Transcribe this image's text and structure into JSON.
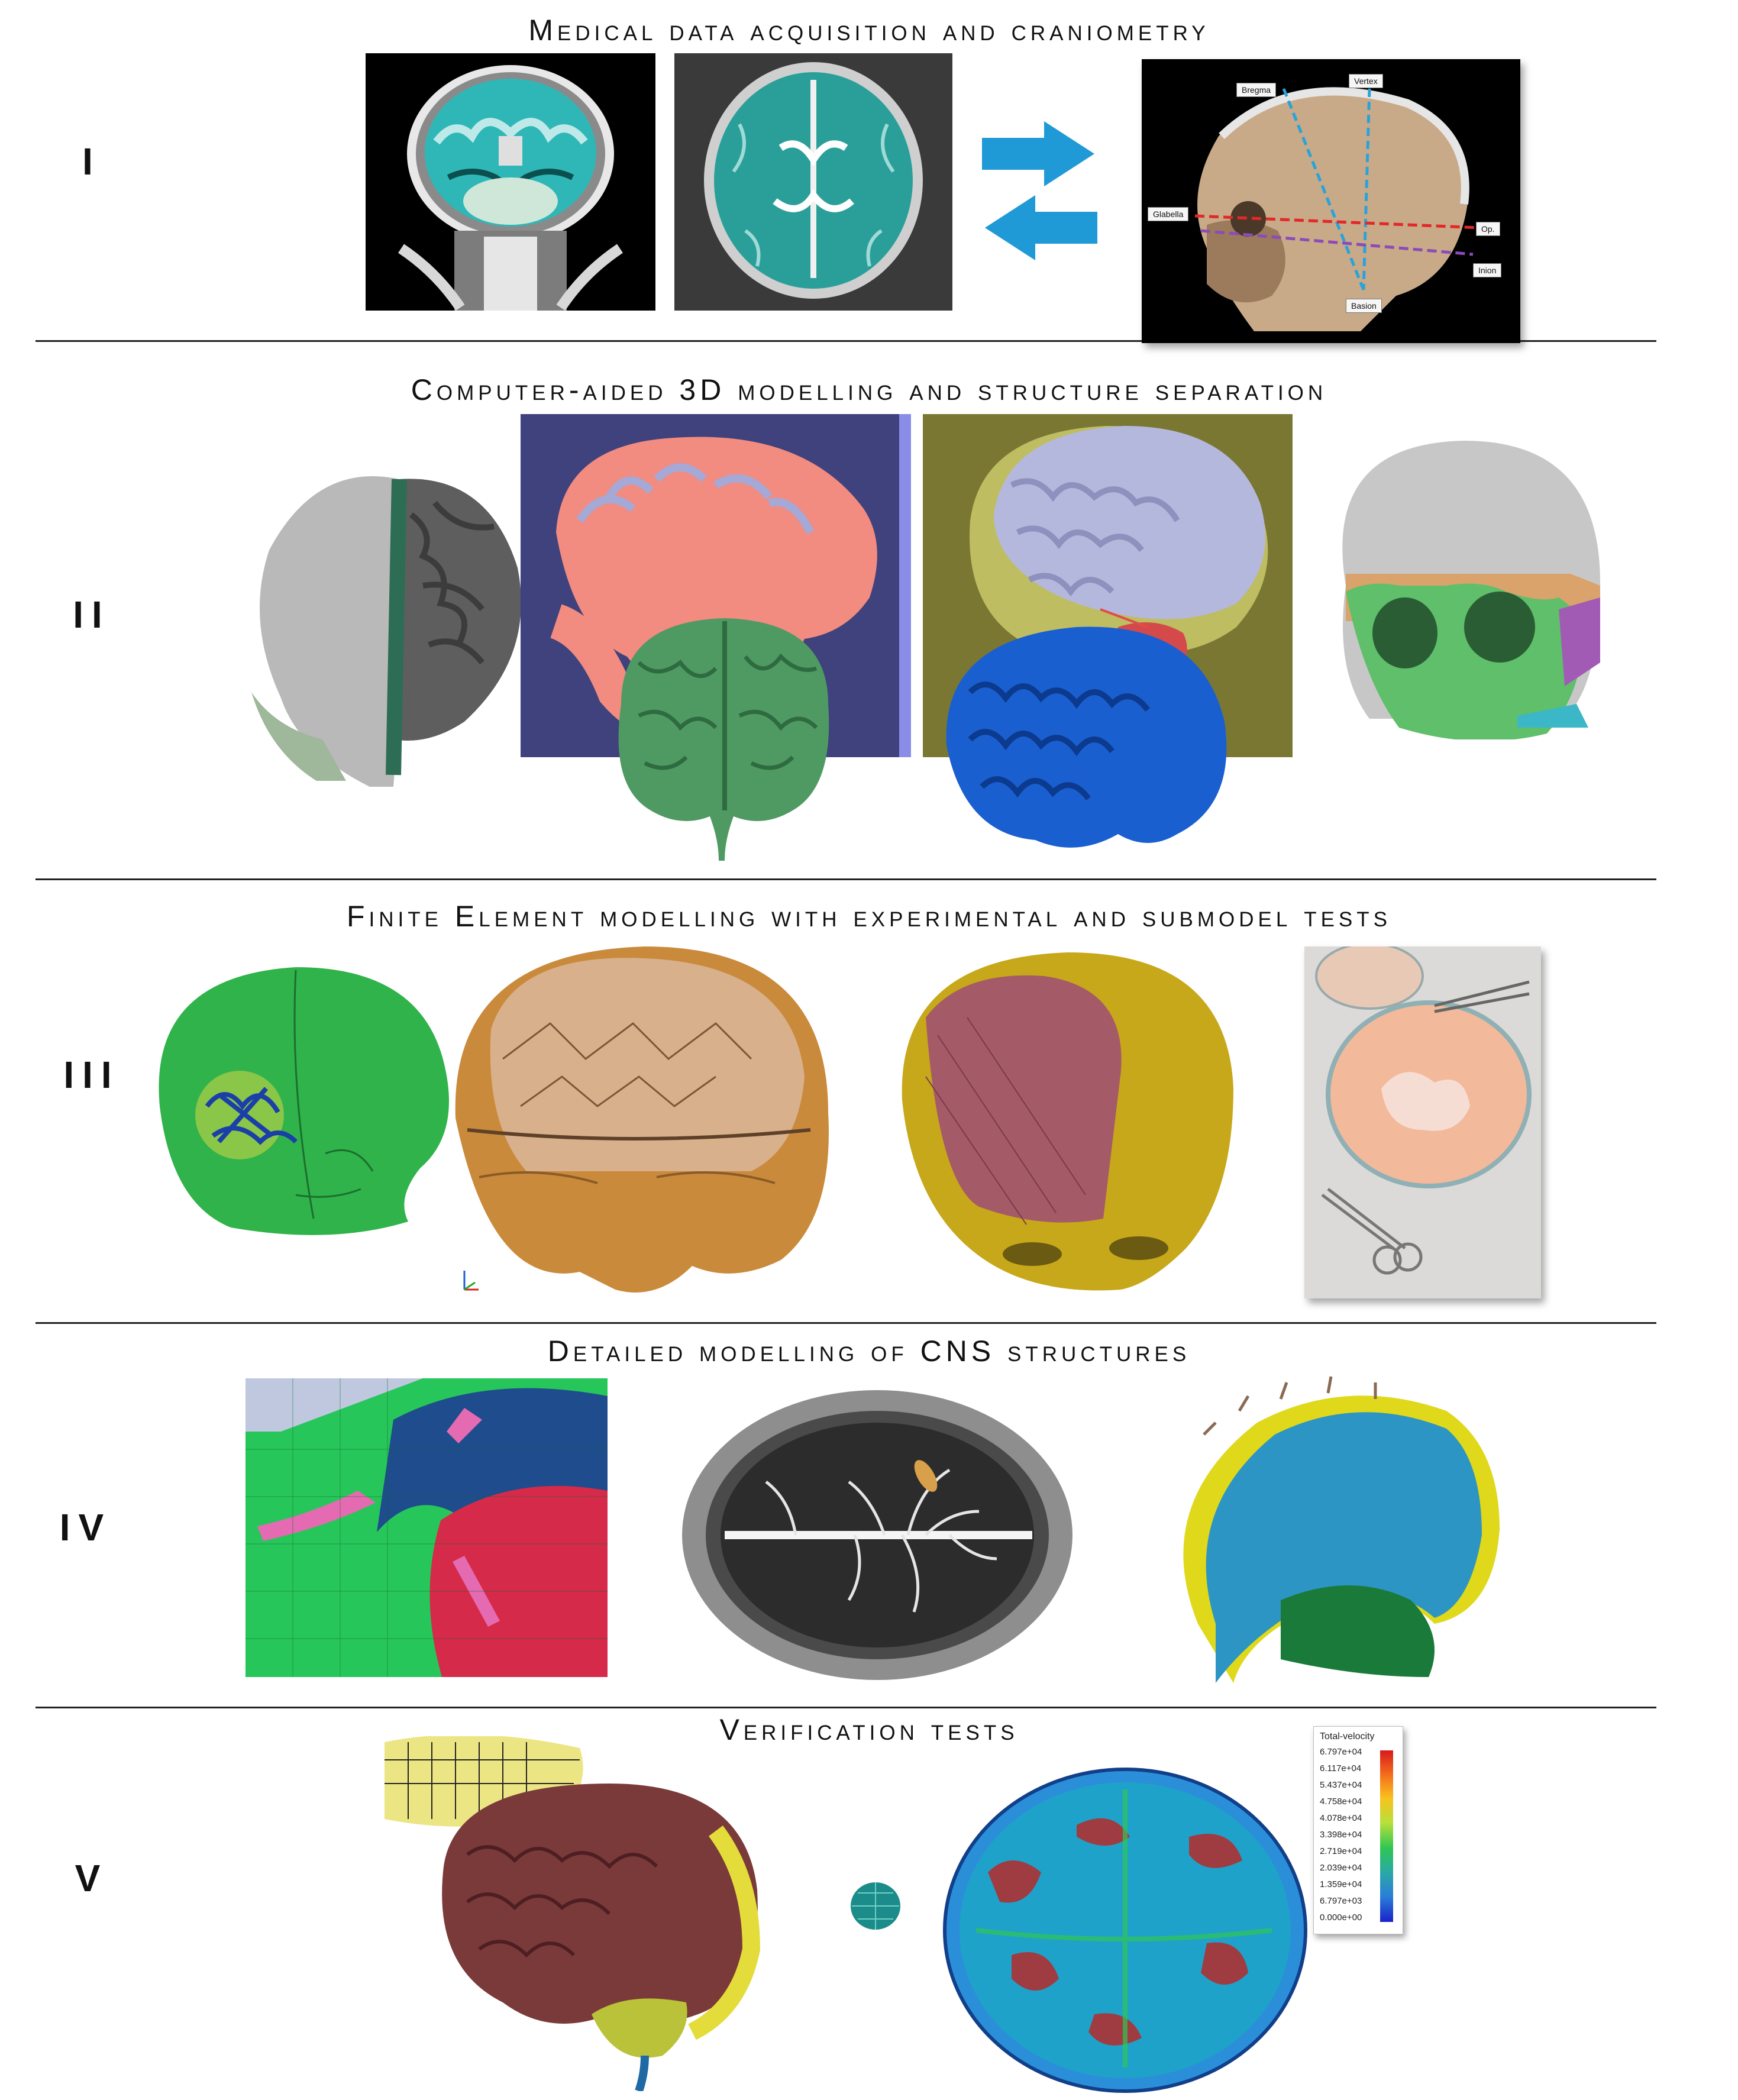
{
  "sections": [
    {
      "numeral": "I",
      "title": "Medical data acquisition and craniometry"
    },
    {
      "numeral": "II",
      "title": "Computer-aided 3D modelling and structure separation"
    },
    {
      "numeral": "III",
      "title": "Finite Element modelling with experimental and submodel tests"
    },
    {
      "numeral": "IV",
      "title": "Detailed modelling of CNS structures"
    },
    {
      "numeral": "V",
      "title": "Verification tests"
    }
  ],
  "craniometry_labels": {
    "bregma": "Bregma",
    "vertex": "Vertex",
    "glabella": "Glabella",
    "op": "Op.",
    "inion": "Inion",
    "basion": "Basion"
  },
  "legend": {
    "title": "Total-velocity",
    "values": [
      "6.797e+04",
      "6.117e+04",
      "5.437e+04",
      "4.758e+04",
      "4.078e+04",
      "3.398e+04",
      "2.719e+04",
      "2.039e+04",
      "1.359e+04",
      "6.797e+03",
      "0.000e+00"
    ]
  },
  "colors": {
    "mri_cyan": "#2fb7b7",
    "arrow_blue": "#1f9ad6",
    "section_divider": "#222222",
    "brain_green": "#4f9a63",
    "brain_blue": "#1a5fd0",
    "brain_pink": "#f08a80",
    "fe_orange": "#c98a3b",
    "fe_yellow": "#c7a81a"
  }
}
